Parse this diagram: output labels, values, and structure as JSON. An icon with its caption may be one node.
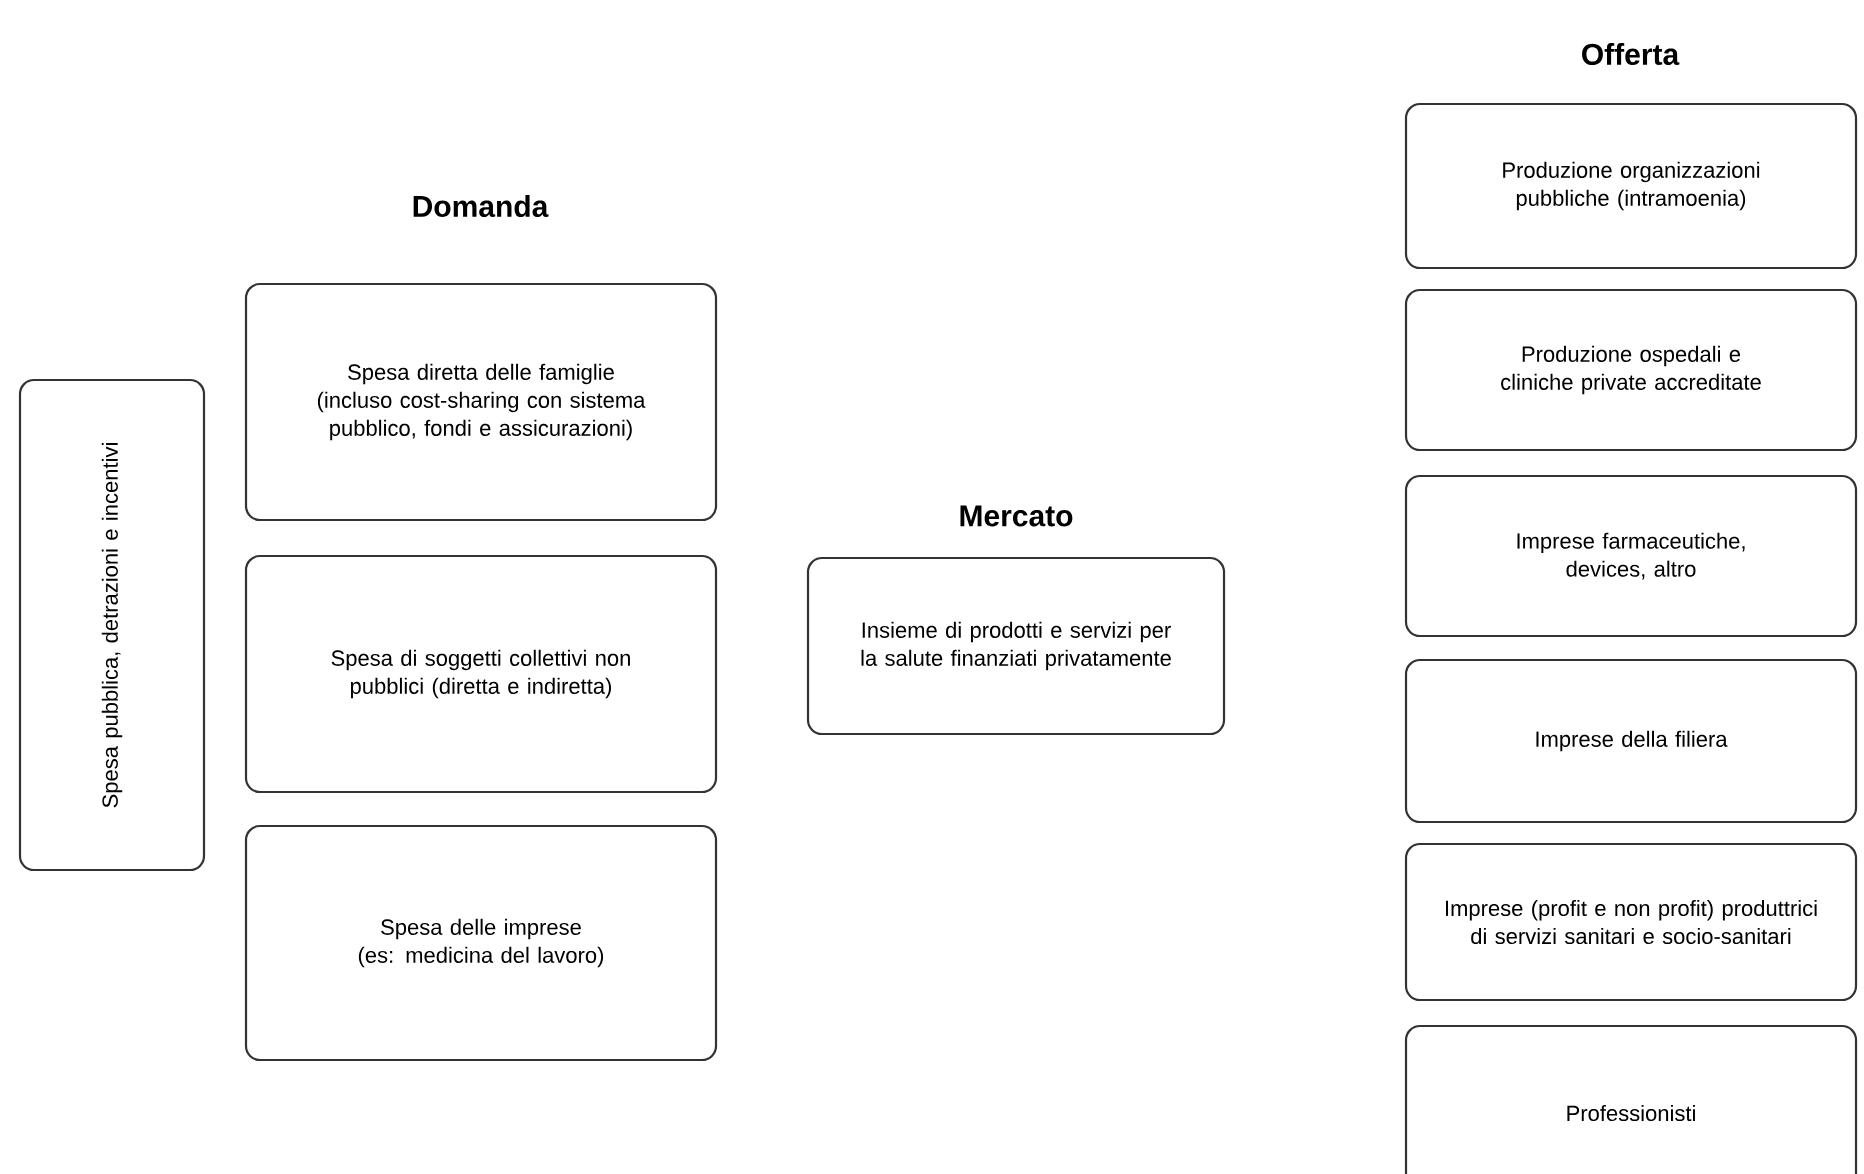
{
  "diagram": {
    "nodes": [
      {
        "text": [
          "Spesa pubblica, detrazioni e incentivi"
        ]
      },
      {
        "text": [
          "Spesa diretta delle famiglie (incluso cost-sharing con sistema pubblico, fondi e assicurazioni)"
        ]
      },
      {
        "text": [
          "Spesa di soggetti collettivi non pubblici (diretta e indiretta)"
        ]
      },
      {
        "text": [
          "Spesa delle imprese (es: medicina del lavoro)"
        ]
      },
      {
        "text": [
          "Insieme di prodotti e servizi per la salute finanziati privatamente"
        ]
      },
      {
        "text": [
          "Produzione organizzazioni pubbliche (intramoenia)"
        ]
      },
      {
        "text": [
          "Produzione ospedali e cliniche private accreditate"
        ]
      },
      {
        "text": [
          "Imprese farmaceutiche, devices, altro"
        ]
      },
      {
        "text": [
          "Imprese della filiera"
        ]
      },
      {
        "text": [
          "Imprese (profit e non profit) produttrici di servizi sanitari e socio-sanitari"
        ]
      },
      {
        "text": [
          "Professionisti"
        ]
      }
    ],
    "labels": [
      "Offerta",
      "Domanda",
      "Mercato"
    ]
  }
}
